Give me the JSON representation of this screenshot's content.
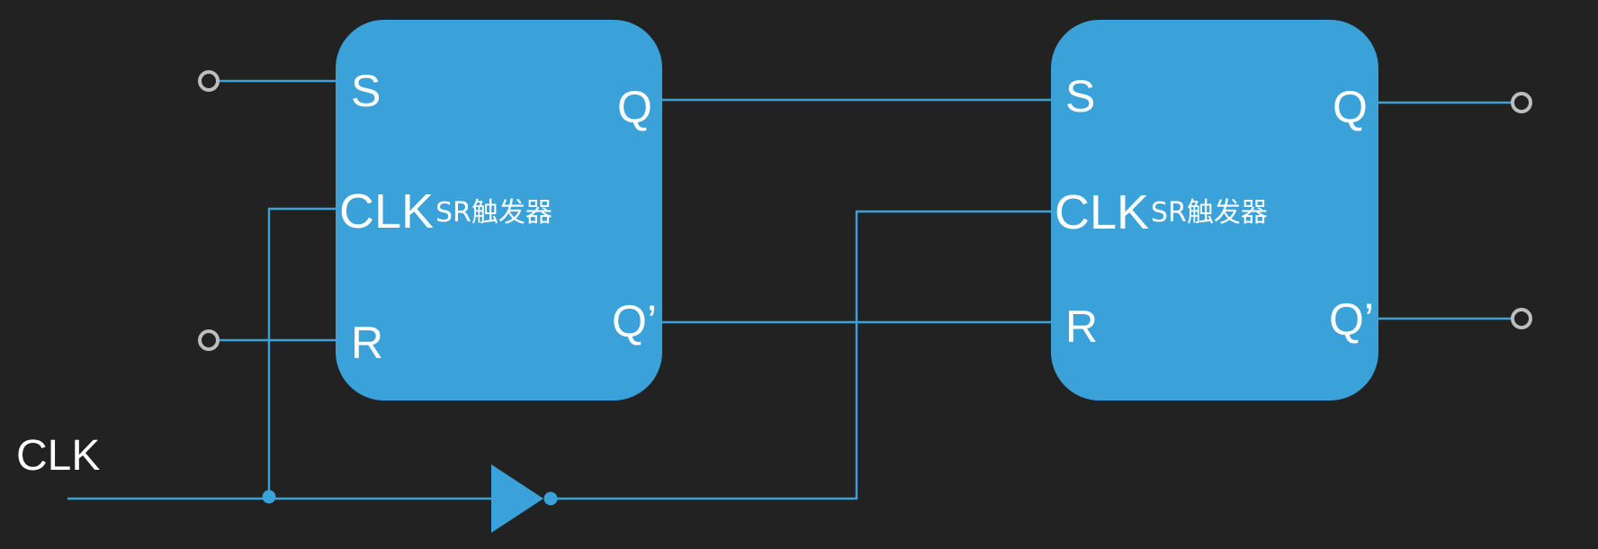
{
  "colors": {
    "background": "#222222",
    "wire": "#3aa1d9",
    "block_fill": "#3aa1d9",
    "terminal": "#bdbdbd",
    "text": "#ffffff"
  },
  "clock_input": {
    "label": "CLK"
  },
  "flipflop_1": {
    "name": "SR触发器",
    "pins": {
      "s": "S",
      "clk": "CLK",
      "r": "R",
      "q": "Q",
      "q_bar": "Q’"
    }
  },
  "flipflop_2": {
    "name": "SR触发器",
    "pins": {
      "s": "S",
      "clk": "CLK",
      "r": "R",
      "q": "Q",
      "q_bar": "Q’"
    }
  },
  "inverter": {
    "icon": "not-gate-icon"
  }
}
